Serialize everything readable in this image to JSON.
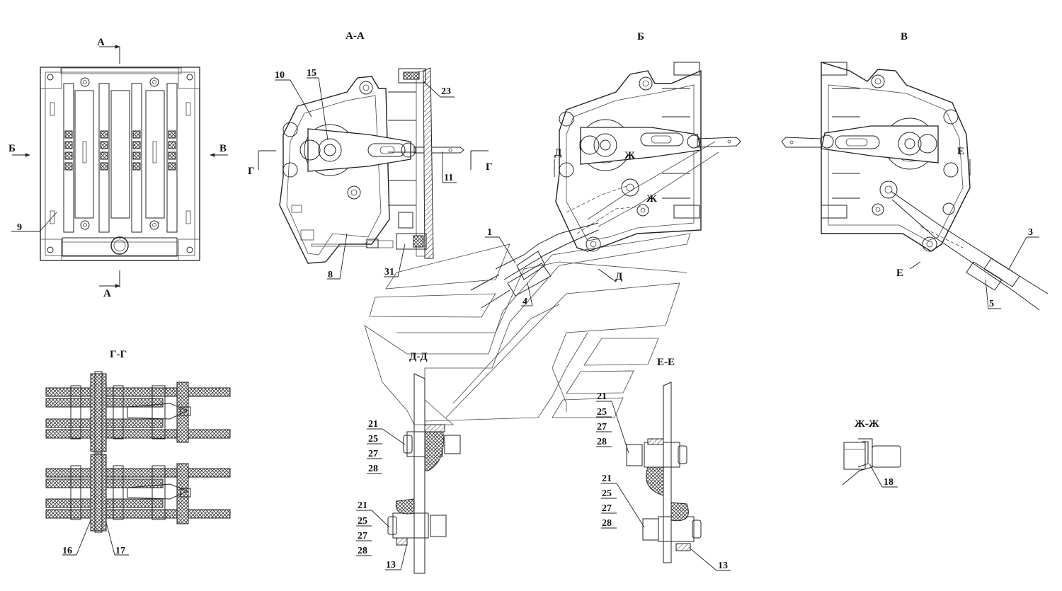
{
  "views": {
    "aa": "А-А",
    "b": "Б",
    "v": "В",
    "gg": "Г-Г",
    "dd": "Д-Д",
    "ee": "Е-Е",
    "zhzh": "Ж-Ж"
  },
  "section_marks": {
    "a_top": "А",
    "a_bottom": "А",
    "b_left": "Б",
    "v_right": "В",
    "g_left": "Г",
    "g_right": "Г",
    "d_top": "Д",
    "d_bottom": "Д",
    "e_top": "Е",
    "e_bottom": "Е",
    "zh_1": "Ж",
    "zh_2": "Ж"
  },
  "callouts": {
    "c1": "1",
    "c3": "3",
    "c4": "4",
    "c5": "5",
    "c8": "8",
    "c9": "9",
    "c10": "10",
    "c11": "11",
    "c13a": "13",
    "c13b": "13",
    "c15": "15",
    "c16": "16",
    "c17": "17",
    "c18": "18",
    "c23": "23",
    "c31": "31",
    "dd_upper": [
      "21",
      "25",
      "27",
      "28"
    ],
    "dd_lower": [
      "21",
      "25",
      "27",
      "28"
    ],
    "ee_upper": [
      "21",
      "25",
      "27",
      "28"
    ],
    "ee_lower": [
      "21",
      "25",
      "27",
      "28"
    ]
  }
}
